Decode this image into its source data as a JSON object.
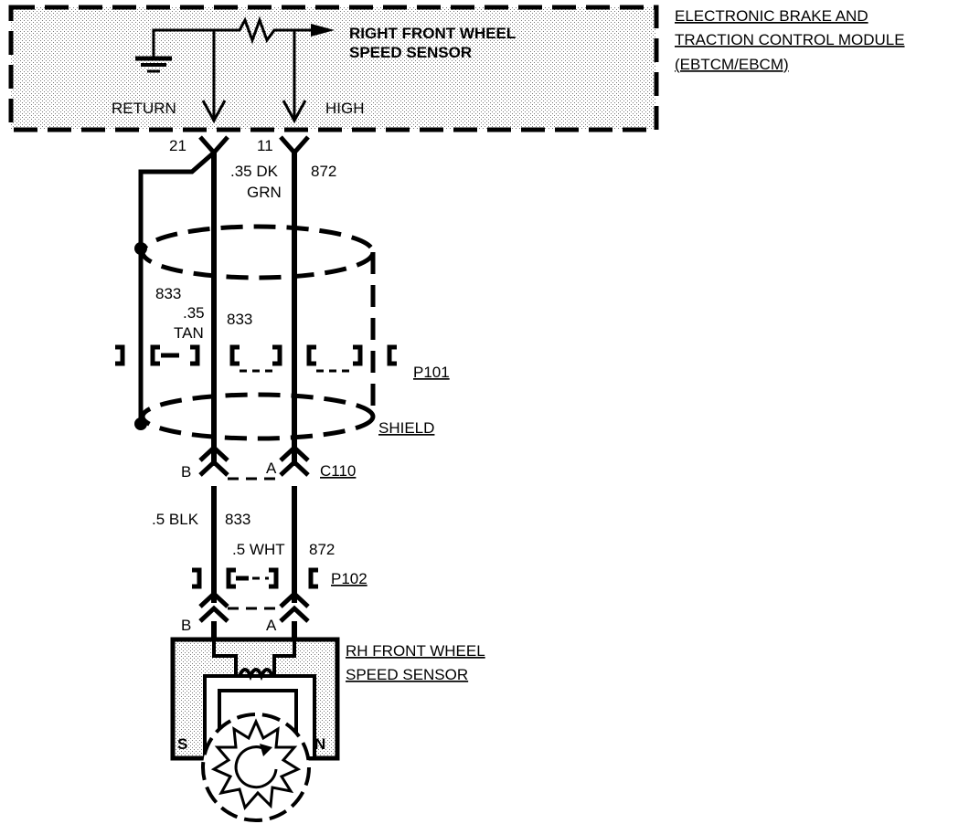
{
  "module": {
    "title_lines": [
      "ELECTRONIC BRAKE AND",
      "TRACTION CONTROL MODULE",
      "(EBTCM/EBCM)"
    ],
    "internal_sensor_lines": [
      "RIGHT FRONT WHEEL",
      "SPEED SENSOR"
    ],
    "return_label": "RETURN",
    "high_label": "HIGH",
    "pin_return": "21",
    "pin_high": "11"
  },
  "wires_upper": {
    "high_gauge_color_lines": [
      ".35 DK",
      "GRN"
    ],
    "high_circuit": "872",
    "shield_circuit": "833",
    "return_gauge_color_lines": [
      ".35",
      "TAN"
    ],
    "return_circuit": "833"
  },
  "connectors": {
    "p101": "P101",
    "shield": "SHIELD",
    "c110": "C110",
    "p102": "P102",
    "pin_b": "B",
    "pin_a": "A"
  },
  "wires_lower": {
    "return_gauge_color": ".5 BLK",
    "return_circuit": "833",
    "high_gauge_color": ".5 WHT",
    "high_circuit": "872"
  },
  "sensor": {
    "title_lines": [
      "RH FRONT WHEEL",
      "SPEED SENSOR"
    ],
    "pole_s": "S",
    "pole_n": "N"
  }
}
